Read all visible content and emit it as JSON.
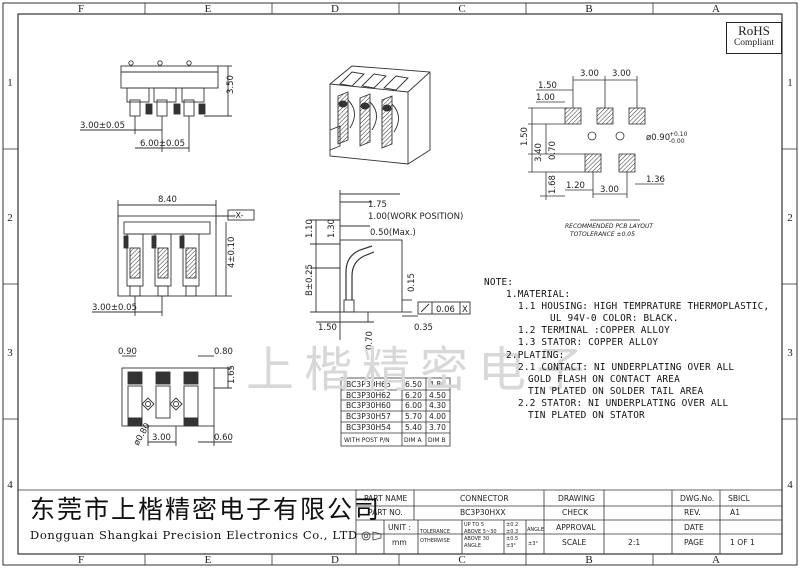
{
  "border_columns": [
    "F",
    "E",
    "D",
    "C",
    "B",
    "A"
  ],
  "border_rows": [
    "1",
    "2",
    "3",
    "4"
  ],
  "rohs": {
    "line1": "RoHS",
    "line2": "Compliant"
  },
  "views": {
    "top": {
      "d1": "3.50",
      "d2": "3.00±0.05",
      "d3": "6.00±0.05"
    },
    "side": {
      "d1": "8.40",
      "d2": "-X-",
      "d3": "4±0.10",
      "d4": "3.00±0.05"
    },
    "bottom": {
      "d1": "0.90",
      "d2": "0.80",
      "d3": "1.65",
      "d4": "ø0.80",
      "d5": "3.00",
      "d6": "0.60"
    },
    "profile": {
      "d1": "1.75",
      "d2": "1.00(WORK POSITION)",
      "d3": "0.50(Max.)",
      "d4": "1.10",
      "d5": "1.30",
      "d6": "B±0.25",
      "d7": "0.15",
      "d8": "0.06",
      "d9": "X",
      "d10": "1.50",
      "d11": "0.35",
      "d12": "0.70"
    },
    "pcb": {
      "d1": "3.00",
      "d2": "3.00",
      "d3": "1.50",
      "d4": "1.00",
      "d5": "ø0.90",
      "d6": "+0.10",
      "d7": "-0.00",
      "d8": "1.50",
      "d9": "3.40",
      "d10": "0.70",
      "d11": "1.68",
      "d12": "1.20",
      "d13": "3.00",
      "d14": "1.36",
      "caption": "RECOMMENDED PCB LAYOUT",
      "tolerance": "TOTOLERANCE ±0.05"
    }
  },
  "dim_table": {
    "header": [
      "WITH POST P/N",
      "DIM A",
      "DIM B"
    ],
    "rows": [
      [
        "BC3P30H65",
        "6.50",
        "4.80"
      ],
      [
        "BC3P30H62",
        "6.20",
        "4.50"
      ],
      [
        "BC3P30H60",
        "6.00",
        "4.30"
      ],
      [
        "BC3P30H57",
        "5.70",
        "4.00"
      ],
      [
        "BC3P30H54",
        "5.40",
        "3.70"
      ]
    ]
  },
  "notes": [
    {
      "level": "n1",
      "text": "NOTE:"
    },
    {
      "level": "n2",
      "text": "1.MATERIAL:"
    },
    {
      "level": "n3",
      "text": "1.1 HOUSING: HIGH TEMPRATURE THERMOPLASTIC,"
    },
    {
      "level": "n4",
      "text": "UL 94V-0 COLOR: BLACK."
    },
    {
      "level": "n3",
      "text": "1.2 TERMINAL :COPPER ALLOY"
    },
    {
      "level": "n3",
      "text": "1.3 STATOR: COPPER ALLOY"
    },
    {
      "level": "n2",
      "text": "2.PLATING:"
    },
    {
      "level": "n3",
      "text": "2.1 CONTACT: NI UNDERPLATING OVER ALL"
    },
    {
      "level": "n5",
      "text": "GOLD FLASH ON CONTACT AREA"
    },
    {
      "level": "n5",
      "text": "TIN PLATED ON SOLDER TAIL AREA"
    },
    {
      "level": "n3",
      "text": "2.2 STATOR: NI UNDERPLATING OVER ALL"
    },
    {
      "level": "n5",
      "text": "TIN PLATED ON STATOR"
    }
  ],
  "company": {
    "cn": "东莞市上楷精密电子有限公司",
    "en": "Dongguan Shangkai Precision Electronics Co., LTD",
    "watermark": "上楷精密电子"
  },
  "title_block": {
    "part_name_label": "PART NAME",
    "part_name": "CONNECTOR",
    "part_no_label": "PART NO.",
    "part_no": "BC3P30HXX",
    "unit_label": "UNIT :",
    "unit": "mm",
    "tol_label1": "TOLERANCE",
    "tol_label2": "OTHERWISE",
    "tol_r1": "UP TO 5",
    "tol_v1": "±0.2",
    "tol_r2": "ABOVE 5~30",
    "tol_v2": "±0.3",
    "tol_r3": "ABOVE 30",
    "tol_v3": "±0.5",
    "tol_r4": "ANGLE",
    "tol_v4": "±3°",
    "angle_label": "ANGLE",
    "angle_val": "±3°",
    "drawing": "DRAWING",
    "check": "CHECK",
    "approval": "APPROVAL",
    "scale_label": "SCALE",
    "scale": "2:1",
    "dwg_label": "DWG.No.",
    "dwg": "SBICL",
    "rev_label": "REV.",
    "rev": "A1",
    "date_label": "DATE",
    "date": "",
    "page_label": "PAGE",
    "page": "1 OF 1"
  }
}
